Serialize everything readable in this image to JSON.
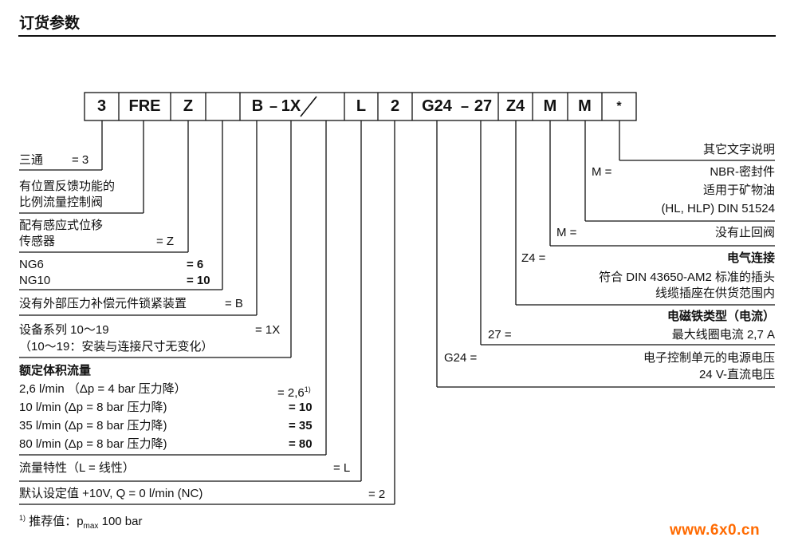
{
  "title": "订货参数",
  "code_cells": [
    "3",
    "FRE",
    "Z",
    "",
    "B",
    "1X",
    "",
    "L",
    "2",
    "G24",
    "27",
    "Z4",
    "M",
    "M",
    "*"
  ],
  "dash": "–",
  "slash": "/",
  "left_items": [
    {
      "lines": [
        "三通"
      ],
      "code": "= 3"
    },
    {
      "lines": [
        "有位置反馈功能的",
        "比例流量控制阀"
      ],
      "code": ""
    },
    {
      "lines": [
        "配有感应式位移",
        "传感器"
      ],
      "code": "= Z"
    },
    {
      "lines": [
        "NG6",
        "NG10"
      ],
      "codes": [
        "= 6",
        "= 10"
      ]
    },
    {
      "lines": [
        "没有外部压力补偿元件锁紧装置"
      ],
      "code": "= B"
    },
    {
      "lines": [
        "设备系列 10～19",
        "（10～19：安装与连接尺寸无变化）"
      ],
      "code": "= 1X"
    },
    {
      "heading": "额定体积流量",
      "rows": [
        {
          "label": "2,6 l/min （Δp = 4 bar 压力降）",
          "code": "= 2,6",
          "note": "1)"
        },
        {
          "label": "10 l/min (Δp = 8 bar 压力降)",
          "code": "= 10"
        },
        {
          "label": "35 l/min (Δp = 8 bar 压力降)",
          "code": "= 35"
        },
        {
          "label": "80 l/min (Δp = 8 bar 压力降)",
          "code": "= 80"
        }
      ]
    },
    {
      "lines": [
        "流量特性（L = 线性）"
      ],
      "code": "= L"
    },
    {
      "lines": [
        "默认设定值 +10V, Q = 0 l/min (NC)"
      ],
      "code": "= 2"
    }
  ],
  "footnote": {
    "mark": "1)",
    "text": "推荐值：p",
    "sub": "max",
    "tail": " 100 bar"
  },
  "right_items": {
    "other": "其它文字说明",
    "seal_code": "M =",
    "seal_lines": [
      "NBR-密封件",
      "适用于矿物油",
      "(HL, HLP) DIN 51524"
    ],
    "check_code": "M =",
    "check_text": "没有止回阀",
    "elec_code": "Z4 =",
    "elec_heading": "电气连接",
    "elec_lines": [
      "符合 DIN 43650-AM2 标准的插头",
      "线缆插座在供货范围内"
    ],
    "solenoid_heading": "电磁铁类型（电流）",
    "coil_code": "27 =",
    "coil_text": "最大线圈电流 2,7 A",
    "supply_code": "G24 =",
    "supply_lines": [
      "电子控制单元的电源电压",
      "24 V-直流电压"
    ]
  },
  "watermark": "www.6x0.cn",
  "colors": {
    "ink": "#111111",
    "watermark": "#ff6a00"
  }
}
